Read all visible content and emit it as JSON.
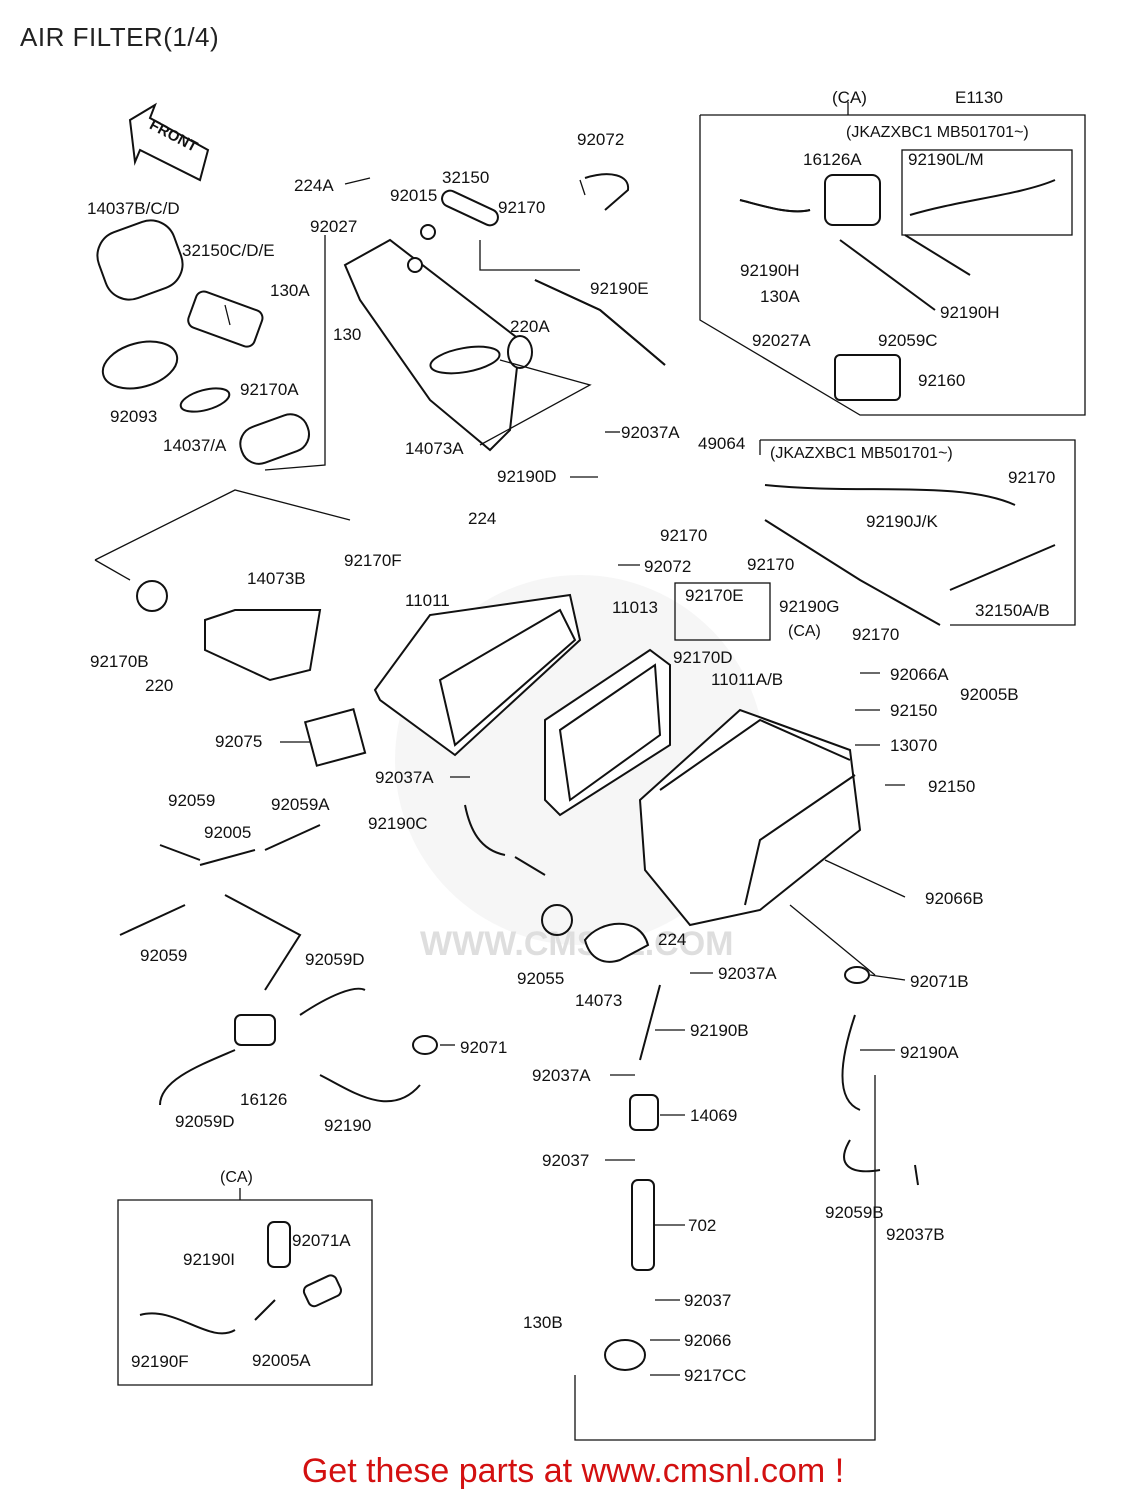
{
  "header": {
    "title": "AIR FILTER(1/4)",
    "diagram_code": "E1130",
    "top_ca": "(CA)"
  },
  "boxes": {
    "top_right_note": "(JKAZXBC1 MB501701~)",
    "mid_right_note": "(JKAZXBC1 MB501701~)",
    "small_ca_label": "(CA)",
    "bottom_left_ca": "(CA)"
  },
  "watermark": "WWW.CMSNL.COM",
  "arrow_label": "FRONT",
  "parts": [
    {
      "id": "p1",
      "text": "14037B/C/D"
    },
    {
      "id": "p2",
      "text": "224A"
    },
    {
      "id": "p3",
      "text": "92015"
    },
    {
      "id": "p4",
      "text": "32150"
    },
    {
      "id": "p5",
      "text": "92072"
    },
    {
      "id": "p6",
      "text": "92027"
    },
    {
      "id": "p7",
      "text": "92170"
    },
    {
      "id": "p8",
      "text": "32150C/D/E"
    },
    {
      "id": "p9",
      "text": "130A"
    },
    {
      "id": "p10",
      "text": "92190E"
    },
    {
      "id": "p11",
      "text": "220A"
    },
    {
      "id": "p12",
      "text": "130"
    },
    {
      "id": "p13",
      "text": "92093"
    },
    {
      "id": "p14",
      "text": "92170A"
    },
    {
      "id": "p15",
      "text": "14037/A"
    },
    {
      "id": "p16",
      "text": "14073A"
    },
    {
      "id": "p17",
      "text": "92037A"
    },
    {
      "id": "p18",
      "text": "92190D"
    },
    {
      "id": "p19",
      "text": "16126A"
    },
    {
      "id": "p20",
      "text": "92190L/M"
    },
    {
      "id": "p21",
      "text": "92190H"
    },
    {
      "id": "p22",
      "text": "130A"
    },
    {
      "id": "p23",
      "text": "92190H"
    },
    {
      "id": "p24",
      "text": "92027A"
    },
    {
      "id": "p25",
      "text": "92059C"
    },
    {
      "id": "p26",
      "text": "92160"
    },
    {
      "id": "p27",
      "text": "49064"
    },
    {
      "id": "p28",
      "text": "92170"
    },
    {
      "id": "p29",
      "text": "92170"
    },
    {
      "id": "p30",
      "text": "92170"
    },
    {
      "id": "p31",
      "text": "92190J/K"
    },
    {
      "id": "p32",
      "text": "92170E"
    },
    {
      "id": "p33",
      "text": "92190G"
    },
    {
      "id": "p34",
      "text": "92170"
    },
    {
      "id": "p35",
      "text": "32150A/B"
    },
    {
      "id": "p36",
      "text": "224"
    },
    {
      "id": "p37",
      "text": "92072"
    },
    {
      "id": "p38",
      "text": "92170F"
    },
    {
      "id": "p39",
      "text": "14073B"
    },
    {
      "id": "p40",
      "text": "11011"
    },
    {
      "id": "p41",
      "text": "11013"
    },
    {
      "id": "p42",
      "text": "92170B"
    },
    {
      "id": "p43",
      "text": "220"
    },
    {
      "id": "p44",
      "text": "92170D"
    },
    {
      "id": "p45",
      "text": "11011A/B"
    },
    {
      "id": "p46",
      "text": "92066A"
    },
    {
      "id": "p47",
      "text": "92005B"
    },
    {
      "id": "p48",
      "text": "92150"
    },
    {
      "id": "p49",
      "text": "13070"
    },
    {
      "id": "p50",
      "text": "92075"
    },
    {
      "id": "p51",
      "text": "92037A"
    },
    {
      "id": "p52",
      "text": "92150"
    },
    {
      "id": "p53",
      "text": "92059"
    },
    {
      "id": "p54",
      "text": "92059A"
    },
    {
      "id": "p55",
      "text": "92005"
    },
    {
      "id": "p56",
      "text": "92190C"
    },
    {
      "id": "p57",
      "text": "92066B"
    },
    {
      "id": "p58",
      "text": "92059"
    },
    {
      "id": "p59",
      "text": "224"
    },
    {
      "id": "p60",
      "text": "92055"
    },
    {
      "id": "p61",
      "text": "14073"
    },
    {
      "id": "p62",
      "text": "92037A"
    },
    {
      "id": "p63",
      "text": "92071B"
    },
    {
      "id": "p64",
      "text": "92059D"
    },
    {
      "id": "p65",
      "text": "92190B"
    },
    {
      "id": "p66",
      "text": "92071"
    },
    {
      "id": "p67",
      "text": "92190A"
    },
    {
      "id": "p68",
      "text": "16126"
    },
    {
      "id": "p69",
      "text": "92037A"
    },
    {
      "id": "p70",
      "text": "14069"
    },
    {
      "id": "p71",
      "text": "92059D"
    },
    {
      "id": "p72",
      "text": "92190"
    },
    {
      "id": "p73",
      "text": "92037"
    },
    {
      "id": "p74",
      "text": "92059B"
    },
    {
      "id": "p75",
      "text": "92037B"
    },
    {
      "id": "p76",
      "text": "702"
    },
    {
      "id": "p77",
      "text": "92190I"
    },
    {
      "id": "p78",
      "text": "92071A"
    },
    {
      "id": "p79",
      "text": "92037"
    },
    {
      "id": "p80",
      "text": "130B"
    },
    {
      "id": "p81",
      "text": "92066"
    },
    {
      "id": "p82",
      "text": "92190F"
    },
    {
      "id": "p83",
      "text": "92005A"
    },
    {
      "id": "p84",
      "text": "9217CC"
    }
  ],
  "footer": {
    "text": "Get these parts at www.cmsnl.com !",
    "color": "#d31010"
  }
}
